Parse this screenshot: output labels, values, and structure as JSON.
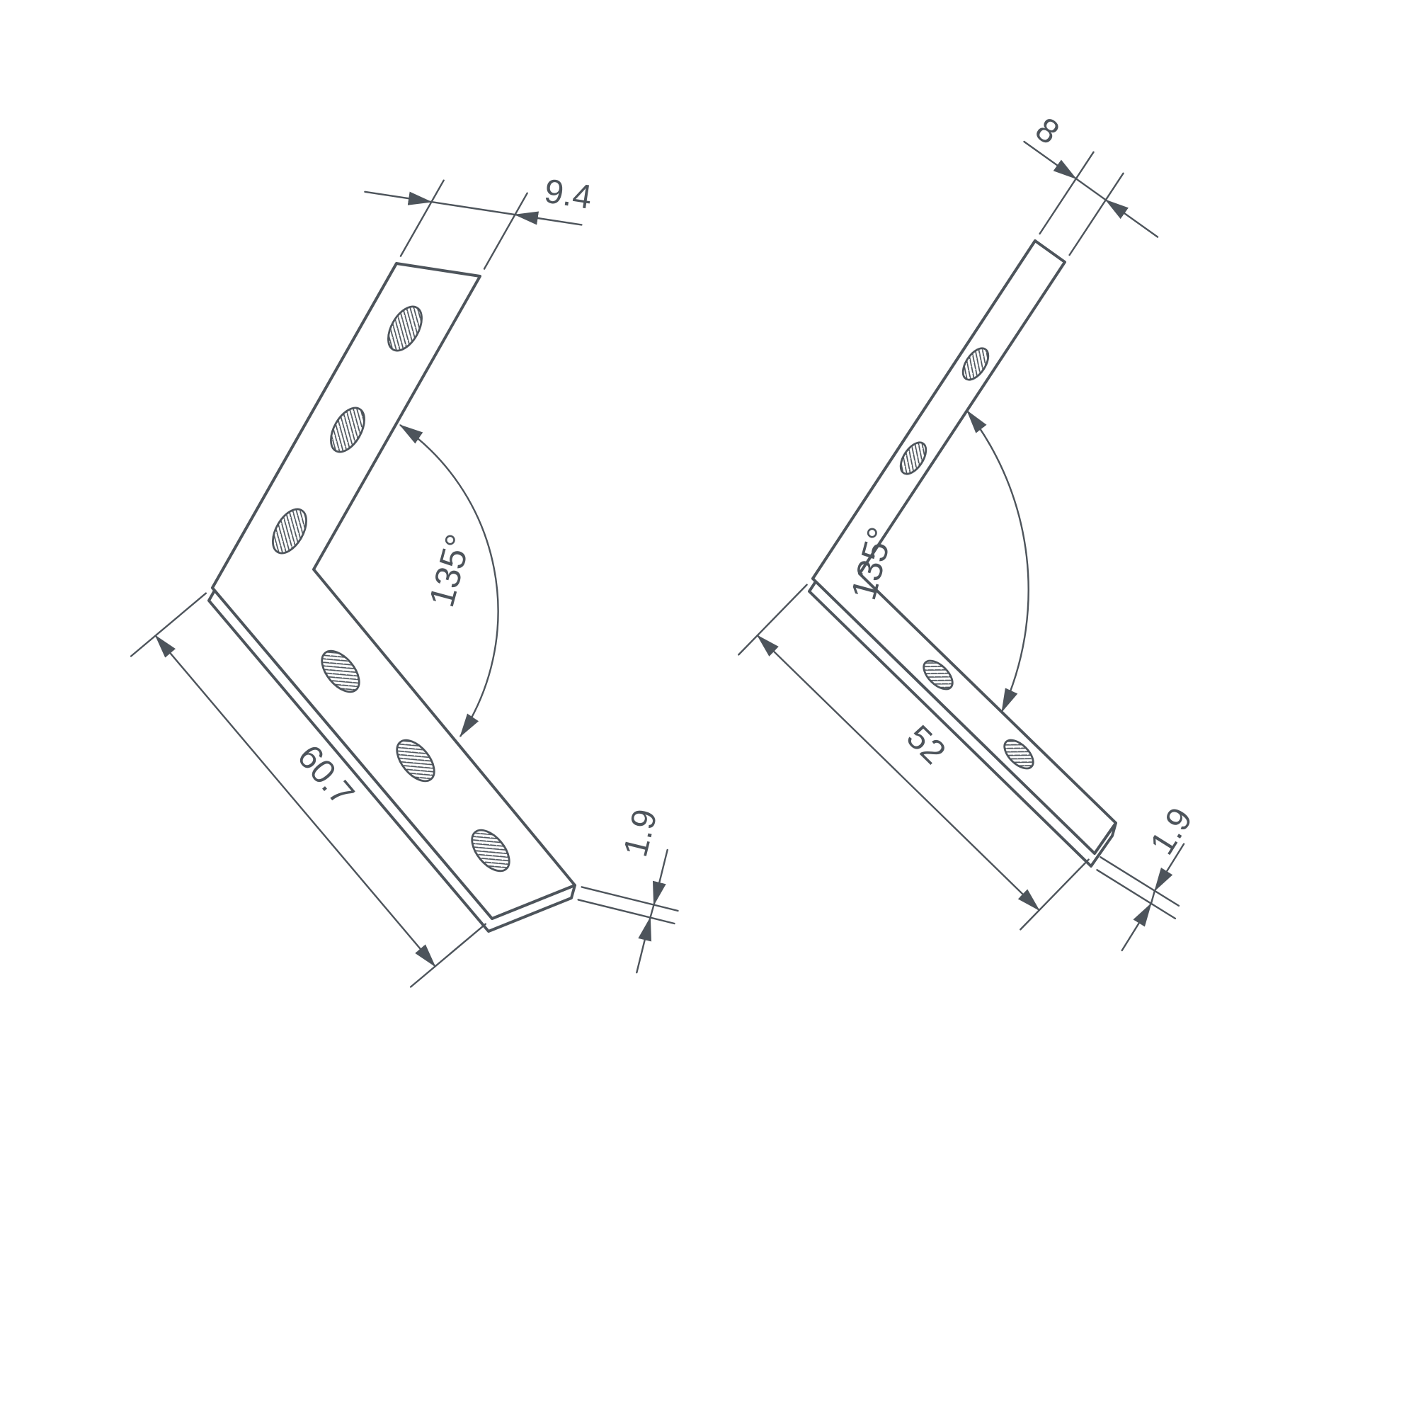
{
  "drawing": {
    "title": "corner-connector-dimension-drawing",
    "line_color": "#4d545b",
    "background": "#ffffff",
    "left_bracket": {
      "width": "9.4",
      "length": "60.7",
      "thickness": "1.9",
      "angle": "135°",
      "hole_count": 6
    },
    "right_bracket": {
      "width": "8",
      "length": "52",
      "thickness": "1.9",
      "angle": "135°",
      "hole_count": 4
    }
  }
}
